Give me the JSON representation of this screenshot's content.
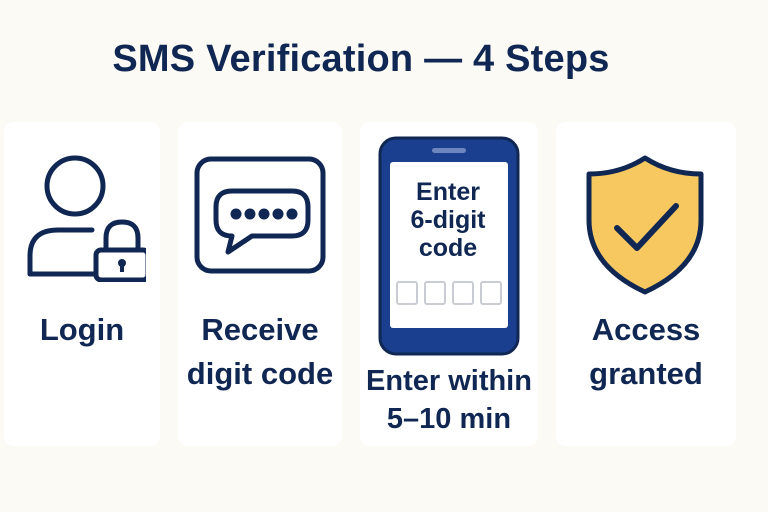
{
  "title": "SMS Verification — 4 Steps",
  "steps": [
    {
      "icon": "user-lock-icon",
      "label_lines": [
        "Login"
      ]
    },
    {
      "icon": "message-bubble-icon",
      "label_lines": [
        "Receive",
        "digit code"
      ]
    },
    {
      "icon": "smartphone-icon",
      "screen_lines": [
        "Enter",
        "6-digit",
        "code"
      ],
      "code_boxes": 4,
      "label_lines": [
        "Enter within",
        "5–10 min"
      ]
    },
    {
      "icon": "shield-check-icon",
      "label_lines": [
        "Access",
        "granted"
      ]
    }
  ],
  "colors": {
    "navy": "#0f2752",
    "phone_blue": "#1b3f8f",
    "shield_yellow": "#f6c85f",
    "background": "#fbfaf5"
  }
}
